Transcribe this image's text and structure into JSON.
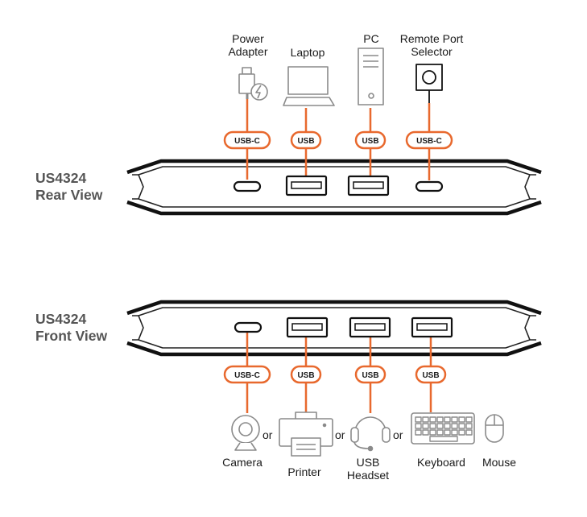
{
  "colors": {
    "accent": "#e8692e",
    "device_outline": "#222222",
    "icon": "#8a8a8a",
    "title": "#555555"
  },
  "rear": {
    "title_line1": "US4324",
    "title_line2": "Rear View",
    "ports": [
      {
        "type": "usb-c",
        "badge": "USB-C",
        "device_icon": "power-adapter-icon",
        "label_lines": [
          "Power",
          "Adapter"
        ]
      },
      {
        "type": "usb-a",
        "badge": "USB",
        "device_icon": "laptop-icon",
        "label_lines": [
          "Laptop"
        ]
      },
      {
        "type": "usb-a",
        "badge": "USB",
        "device_icon": "pc-tower-icon",
        "label_lines": [
          "PC"
        ]
      },
      {
        "type": "usb-c",
        "badge": "USB-C",
        "device_icon": "remote-port-selector-icon",
        "label_lines": [
          "Remote Port",
          "Selector"
        ]
      }
    ]
  },
  "front": {
    "title_line1": "US4324",
    "title_line2": "Front View",
    "ports": [
      {
        "type": "usb-c",
        "badge": "USB-C",
        "device_icon": "camera-icon",
        "label_lines": [
          "Camera"
        ]
      },
      {
        "type": "usb-a",
        "badge": "USB",
        "device_icon": "printer-icon",
        "label_lines": [
          "Printer"
        ]
      },
      {
        "type": "usb-a",
        "badge": "USB",
        "device_icon": "headset-icon",
        "label_lines": [
          "USB",
          "Headset"
        ]
      },
      {
        "type": "usb-a",
        "badge": "USB",
        "device_icon": "keyboard-icon",
        "label_lines": [
          "Keyboard"
        ]
      }
    ],
    "extra_device": {
      "device_icon": "mouse-icon",
      "label": "Mouse"
    },
    "or_text": "or"
  }
}
